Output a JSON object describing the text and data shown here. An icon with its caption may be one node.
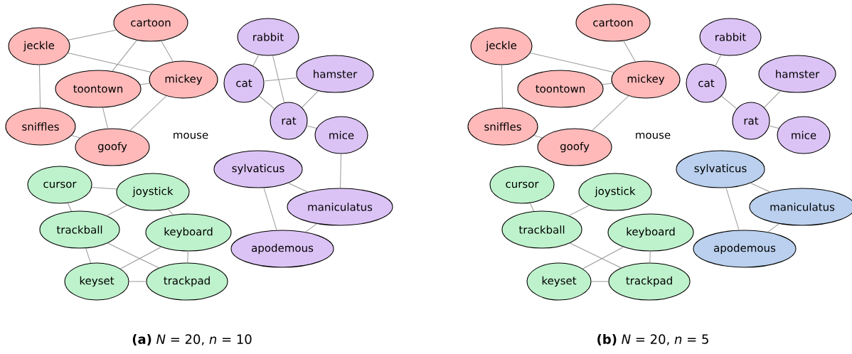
{
  "diagram": {
    "nodes": [
      {
        "text": [
          "cartoon"
        ]
      },
      {
        "text": [
          "jeckle"
        ]
      },
      {
        "text": [
          "toontown"
        ]
      },
      {
        "text": [
          "mickey"
        ]
      },
      {
        "text": [
          "sniffles"
        ]
      },
      {
        "text": [
          "goofy"
        ]
      },
      {
        "text": [
          "rabbit"
        ]
      },
      {
        "text": [
          "cat"
        ]
      },
      {
        "text": [
          "hamster"
        ]
      },
      {
        "text": [
          "rat"
        ]
      },
      {
        "text": [
          "mice"
        ]
      },
      {
        "text": [
          "sylvaticus"
        ]
      },
      {
        "text": [
          "maniculatus"
        ]
      },
      {
        "text": [
          "apodemous"
        ]
      },
      {
        "text": [
          "cursor"
        ]
      },
      {
        "text": [
          "joystick"
        ]
      },
      {
        "text": [
          "trackball"
        ]
      },
      {
        "text": [
          "keyboard"
        ]
      },
      {
        "text": [
          "keyset"
        ]
      },
      {
        "text": [
          "trackpad"
        ]
      },
      {
        "text": [
          "cartoon"
        ]
      },
      {
        "text": [
          "jeckle"
        ]
      },
      {
        "text": [
          "toontown"
        ]
      },
      {
        "text": [
          "mickey"
        ]
      },
      {
        "text": [
          "sniffles"
        ]
      },
      {
        "text": [
          "goofy"
        ]
      },
      {
        "text": [
          "rabbit"
        ]
      },
      {
        "text": [
          "cat"
        ]
      },
      {
        "text": [
          "hamster"
        ]
      },
      {
        "text": [
          "rat"
        ]
      },
      {
        "text": [
          "mice"
        ]
      },
      {
        "text": [
          "sylvaticus"
        ]
      },
      {
        "text": [
          "maniculatus"
        ]
      },
      {
        "text": [
          "apodemous"
        ]
      },
      {
        "text": [
          "cursor"
        ]
      },
      {
        "text": [
          "joystick"
        ]
      },
      {
        "text": [
          "trackball"
        ]
      },
      {
        "text": [
          "keyboard"
        ]
      },
      {
        "text": [
          "keyset"
        ]
      },
      {
        "text": [
          "trackpad"
        ]
      }
    ],
    "edges": [
      {
        "from": 1,
        "to": 0,
        "arrow": "none"
      },
      {
        "from": 1,
        "to": 3,
        "arrow": "none"
      },
      {
        "from": 0,
        "to": 2,
        "arrow": "none"
      },
      {
        "from": 0,
        "to": 3,
        "arrow": "none"
      },
      {
        "from": 2,
        "to": 3,
        "arrow": "none"
      },
      {
        "from": 1,
        "to": 4,
        "arrow": "none"
      },
      {
        "from": 2,
        "to": 5,
        "arrow": "none"
      },
      {
        "from": 3,
        "to": 5,
        "arrow": "none"
      },
      {
        "from": 4,
        "to": 5,
        "arrow": "none"
      },
      {
        "from": 6,
        "to": 7,
        "arrow": "none"
      },
      {
        "from": 6,
        "to": 9,
        "arrow": "none"
      },
      {
        "from": 7,
        "to": 8,
        "arrow": "none"
      },
      {
        "from": 7,
        "to": 9,
        "arrow": "none"
      },
      {
        "from": 8,
        "to": 9,
        "arrow": "none"
      },
      {
        "from": 9,
        "to": 10,
        "arrow": "none"
      },
      {
        "from": 10,
        "to": 12,
        "arrow": "none"
      },
      {
        "from": 11,
        "to": 12,
        "arrow": "none"
      },
      {
        "from": 11,
        "to": 13,
        "arrow": "none"
      },
      {
        "from": 12,
        "to": 13,
        "arrow": "none"
      },
      {
        "from": 14,
        "to": 15,
        "arrow": "none"
      },
      {
        "from": 14,
        "to": 16,
        "arrow": "none"
      },
      {
        "from": 15,
        "to": 16,
        "arrow": "none"
      },
      {
        "from": 15,
        "to": 17,
        "arrow": "none"
      },
      {
        "from": 16,
        "to": 18,
        "arrow": "none"
      },
      {
        "from": 16,
        "to": 19,
        "arrow": "none"
      },
      {
        "from": 17,
        "to": 18,
        "arrow": "none"
      },
      {
        "from": 17,
        "to": 19,
        "arrow": "none"
      },
      {
        "from": 18,
        "to": 19,
        "arrow": "none"
      },
      {
        "from": 21,
        "to": 23,
        "arrow": "none"
      },
      {
        "from": 20,
        "to": 23,
        "arrow": "none"
      },
      {
        "from": 22,
        "to": 23,
        "arrow": "none"
      },
      {
        "from": 21,
        "to": 24,
        "arrow": "none"
      },
      {
        "from": 23,
        "to": 25,
        "arrow": "none"
      },
      {
        "from": 24,
        "to": 25,
        "arrow": "none"
      },
      {
        "from": 26,
        "to": 27,
        "arrow": "none"
      },
      {
        "from": 27,
        "to": 29,
        "arrow": "none"
      },
      {
        "from": 28,
        "to": 29,
        "arrow": "none"
      },
      {
        "from": 29,
        "to": 30,
        "arrow": "none"
      },
      {
        "from": 31,
        "to": 32,
        "arrow": "none"
      },
      {
        "from": 31,
        "to": 33,
        "arrow": "none"
      },
      {
        "from": 32,
        "to": 33,
        "arrow": "none"
      },
      {
        "from": 34,
        "to": 36,
        "arrow": "none"
      },
      {
        "from": 35,
        "to": 36,
        "arrow": "none"
      },
      {
        "from": 37,
        "to": 38,
        "arrow": "none"
      },
      {
        "from": 36,
        "to": 39,
        "arrow": "none"
      },
      {
        "from": 37,
        "to": 39,
        "arrow": "none"
      },
      {
        "from": 38,
        "to": 39,
        "arrow": "none"
      }
    ],
    "labels": [
      "mouse",
      "mouse",
      "**(a)** *N* = 20, *n* = 10",
      "**(b)** *N* = 20, *n* = 5"
    ]
  }
}
